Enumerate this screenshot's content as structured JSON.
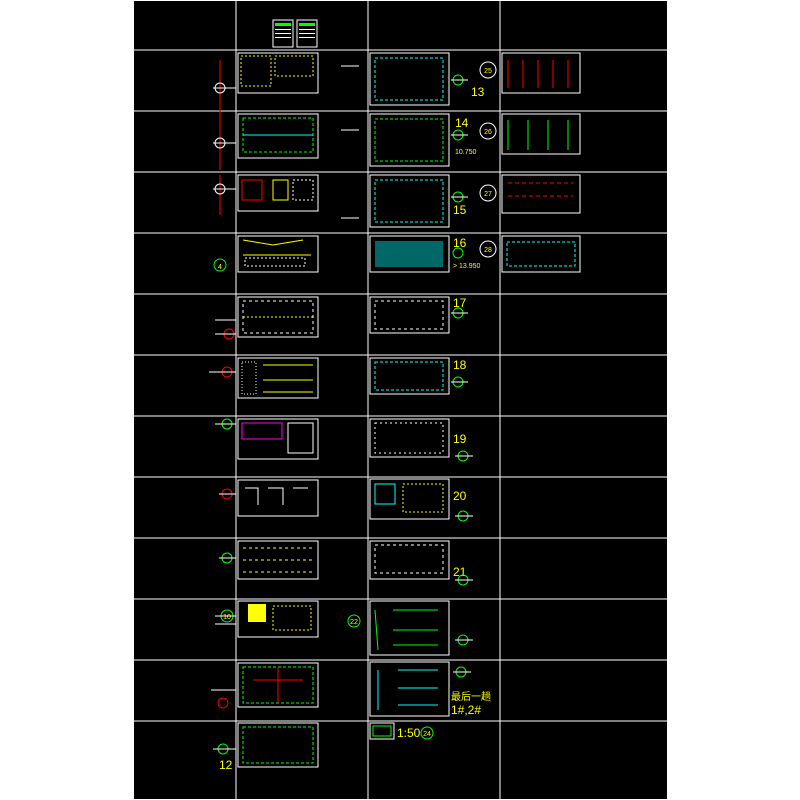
{
  "colors": {
    "background": "#000000",
    "frame": "#ffffff",
    "grid_cyan": "#00ffff",
    "grid_green": "#00ff00",
    "accent_red": "#ff0000",
    "label_yellow": "#ffff00",
    "marker_magenta": "#ff00ff"
  },
  "labels": {
    "n12": "12",
    "n13": "13",
    "n14": "14",
    "n15": "15",
    "n16": "16",
    "n17": "17",
    "n18": "18",
    "n19": "19",
    "n20": "20",
    "n21": "21",
    "elev_14": "10.750",
    "elev_16": "> 13.950",
    "note_line1": "最后一趟",
    "note_line2": "1#,2#",
    "scale": "1:50",
    "circle_4": "4",
    "circle_10": "10",
    "circle_22": "22",
    "circle_24": "24",
    "circle_25": "25",
    "circle_26": "26",
    "circle_27": "27",
    "circle_28": "28"
  }
}
